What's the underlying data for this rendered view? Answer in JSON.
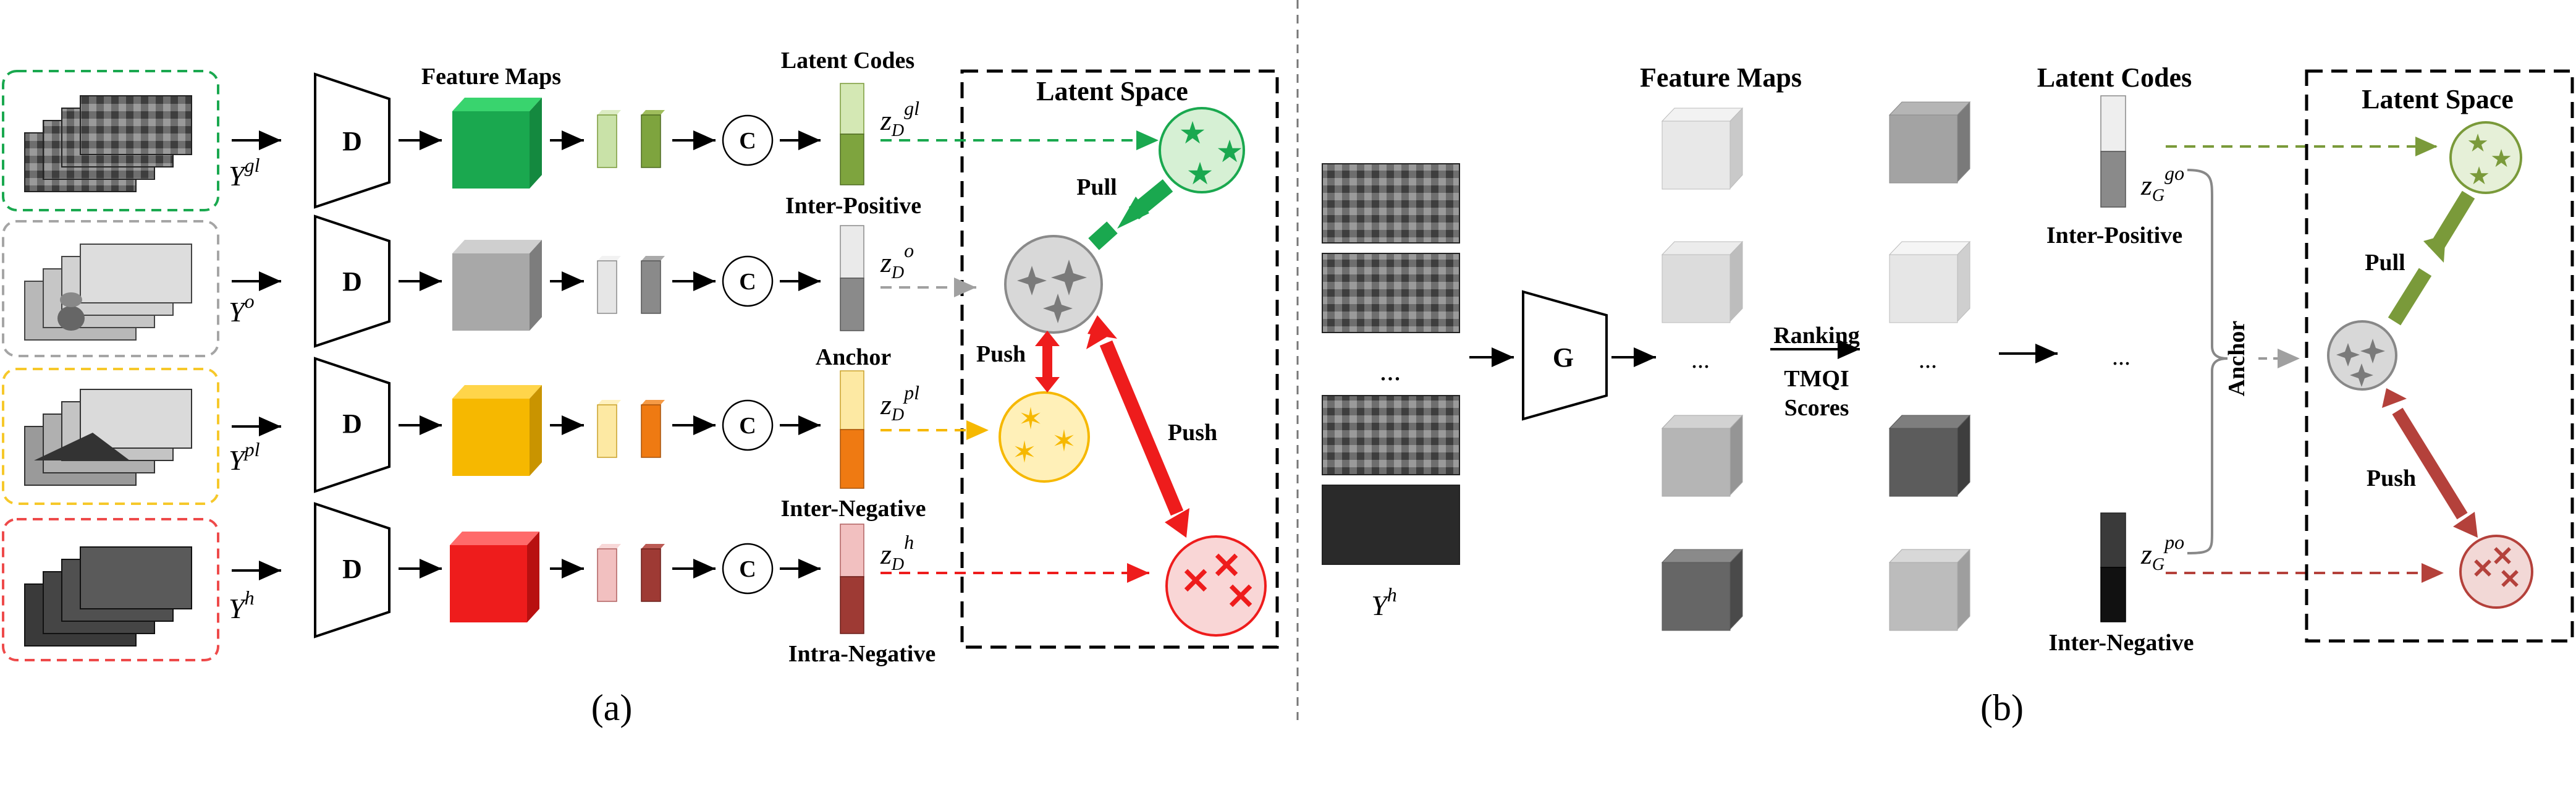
{
  "panel_a": {
    "caption": "(a)",
    "feature_maps_label": "Feature Maps",
    "latent_codes_label": "Latent Codes",
    "latent_space_label": "Latent Space",
    "encoder_letter": "D",
    "concat_letter": "C",
    "rows": [
      {
        "input": "Y",
        "input_sup": "gl",
        "code": "z",
        "code_sub": "D",
        "code_sup": "gl",
        "caption": "Inter-Positive",
        "color_dark": "#1aa84f",
        "color_light": "#c9e2a8",
        "color_mid": "#7ea43e"
      },
      {
        "input": "Y",
        "input_sup": "o",
        "code": "z",
        "code_sub": "D",
        "code_sup": "o",
        "caption": "Anchor",
        "color_dark": "#8f8f8f",
        "color_light": "#e6e6e6",
        "color_mid": "#8a8a8a"
      },
      {
        "input": "Y",
        "input_sup": "pl",
        "code": "z",
        "code_sub": "D",
        "code_sup": "pl",
        "caption": "Inter-Negative",
        "color_dark": "#f6b800",
        "color_light": "#fde9a3",
        "color_mid": "#ef7a12"
      },
      {
        "input": "Y",
        "input_sup": "h",
        "code": "z",
        "code_sub": "D",
        "code_sup": "h",
        "caption": "Intra-Negative",
        "color_dark": "#ee1c1c",
        "color_light": "#f2c0c0",
        "color_mid": "#9e3a34"
      }
    ],
    "pull_label": "Pull",
    "push_label_1": "Push",
    "push_label_2": "Push"
  },
  "panel_b": {
    "caption": "(b)",
    "feature_maps_label": "Feature Maps",
    "latent_codes_label": "Latent Codes",
    "latent_space_label": "Latent Space",
    "input_label": "Y",
    "input_sup": "h",
    "generator_letter": "G",
    "ranking_line1": "Ranking",
    "ranking_line2": "TMQI",
    "ranking_line3": "Scores",
    "code_top": "z",
    "code_top_sub": "G",
    "code_top_sup": "go",
    "code_bottom": "z",
    "code_bottom_sub": "G",
    "code_bottom_sup": "po",
    "inter_positive": "Inter-Positive",
    "inter_negative": "Inter-Negative",
    "anchor_label": "Anchor",
    "pull_label": "Pull",
    "push_label": "Push",
    "ellipsis": "..."
  },
  "colors": {
    "green": "#1aa84f",
    "olive": "#7a9a3a",
    "grey": "#8c8c8c",
    "yellow": "#f6b800",
    "red": "#ee1c1c",
    "darkred": "#b4413b"
  }
}
